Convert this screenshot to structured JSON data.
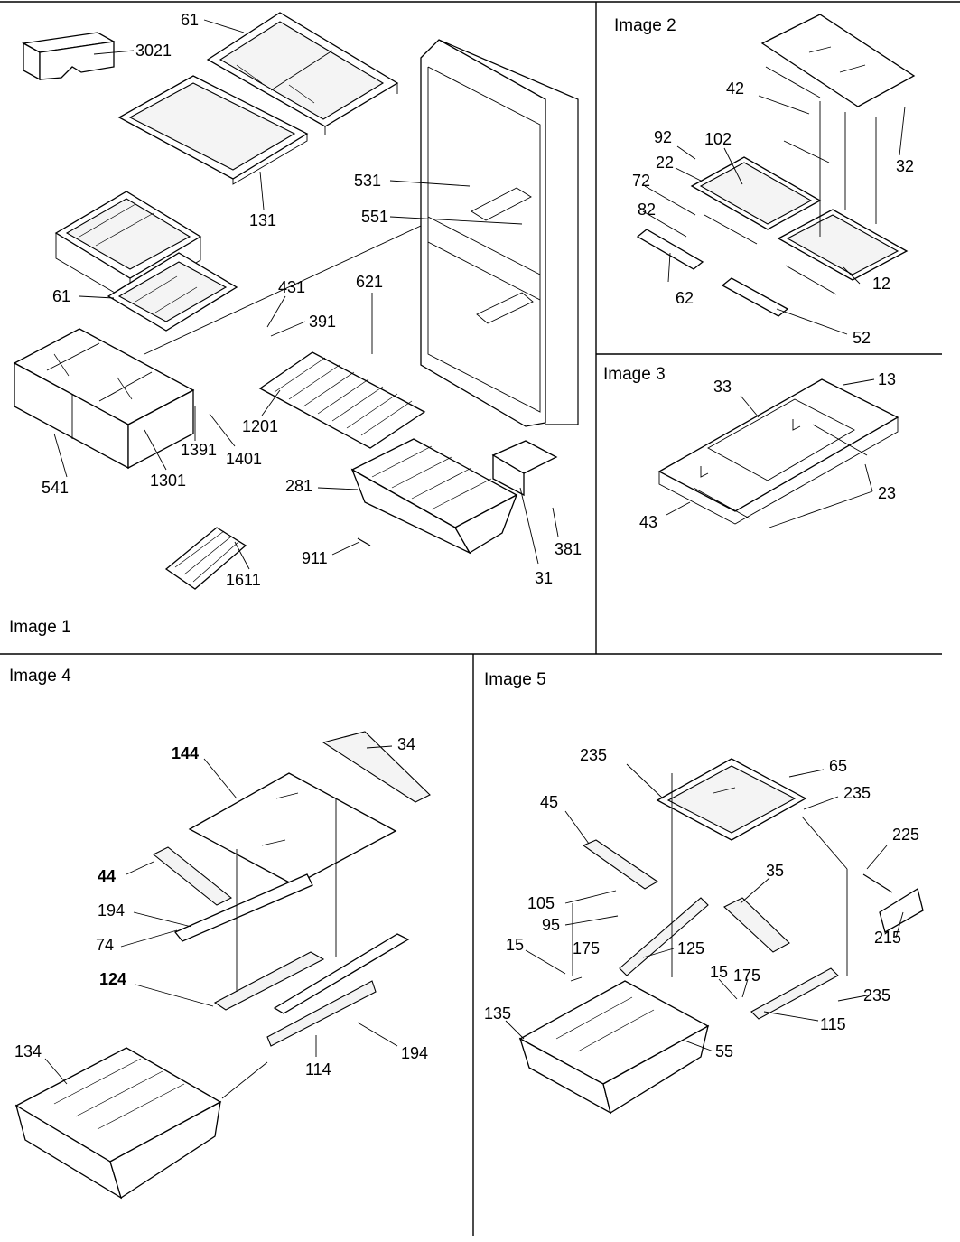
{
  "panels": [
    {
      "id": "image1",
      "title": "Image 1"
    },
    {
      "id": "image2",
      "title": "Image 2"
    },
    {
      "id": "image3",
      "title": "Image 3"
    },
    {
      "id": "image4",
      "title": "Image 4"
    },
    {
      "id": "image5",
      "title": "Image 5"
    }
  ],
  "callouts": {
    "image1": [
      "61",
      "3021",
      "131",
      "531",
      "551",
      "61",
      "431",
      "621",
      "391",
      "1201",
      "1391",
      "1401",
      "541",
      "1301",
      "281",
      "911",
      "381",
      "31",
      "1611"
    ],
    "image2": [
      "42",
      "92",
      "102",
      "22",
      "32",
      "72",
      "82",
      "62",
      "12",
      "52"
    ],
    "image3": [
      "33",
      "13",
      "43",
      "23"
    ],
    "image4": [
      "144",
      "34",
      "44",
      "194",
      "74",
      "124",
      "194",
      "114",
      "134"
    ],
    "image5": [
      "235",
      "65",
      "235",
      "45",
      "225",
      "35",
      "105",
      "95",
      "125",
      "15",
      "175",
      "215",
      "15",
      "175",
      "235",
      "115",
      "135",
      "55"
    ]
  }
}
